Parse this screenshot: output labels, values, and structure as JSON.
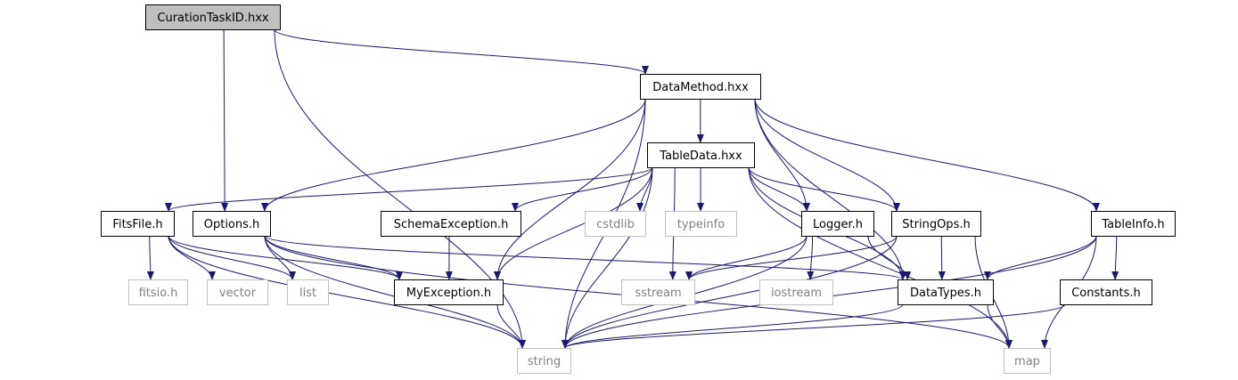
{
  "colors": {
    "edge": "#191970",
    "focus_fill": "#bfbfbf",
    "node_border": "#000000",
    "external_border": "#bfbfbf",
    "external_text": "#808080",
    "text": "#000000"
  },
  "nodes": [
    {
      "id": "curation",
      "label": "CurationTaskID.hxx",
      "kind": "focus"
    },
    {
      "id": "datamethod",
      "label": "DataMethod.hxx",
      "kind": "local"
    },
    {
      "id": "tabledata",
      "label": "TableData.hxx",
      "kind": "local"
    },
    {
      "id": "fitsfile",
      "label": "FitsFile.h",
      "kind": "local"
    },
    {
      "id": "options",
      "label": "Options.h",
      "kind": "local"
    },
    {
      "id": "schemaexc",
      "label": "SchemaException.h",
      "kind": "local"
    },
    {
      "id": "cstdlib",
      "label": "cstdlib",
      "kind": "external"
    },
    {
      "id": "typeinfo",
      "label": "typeinfo",
      "kind": "external"
    },
    {
      "id": "logger",
      "label": "Logger.h",
      "kind": "local"
    },
    {
      "id": "stringops",
      "label": "StringOps.h",
      "kind": "local"
    },
    {
      "id": "tableinfo",
      "label": "TableInfo.h",
      "kind": "local"
    },
    {
      "id": "fitsio",
      "label": "fitsio.h",
      "kind": "external"
    },
    {
      "id": "vector",
      "label": "vector",
      "kind": "external"
    },
    {
      "id": "list",
      "label": "list",
      "kind": "external"
    },
    {
      "id": "myexc",
      "label": "MyException.h",
      "kind": "local"
    },
    {
      "id": "sstream",
      "label": "sstream",
      "kind": "external"
    },
    {
      "id": "iostream",
      "label": "iostream",
      "kind": "external"
    },
    {
      "id": "datatypes",
      "label": "DataTypes.h",
      "kind": "local"
    },
    {
      "id": "constants",
      "label": "Constants.h",
      "kind": "local"
    },
    {
      "id": "string",
      "label": "string",
      "kind": "external"
    },
    {
      "id": "map",
      "label": "map",
      "kind": "external"
    }
  ],
  "edges": [
    {
      "from": "curation",
      "to": "string"
    },
    {
      "from": "curation",
      "to": "options"
    },
    {
      "from": "curation",
      "to": "datamethod"
    },
    {
      "from": "datamethod",
      "to": "string"
    },
    {
      "from": "datamethod",
      "to": "options"
    },
    {
      "from": "datamethod",
      "to": "myexc"
    },
    {
      "from": "datamethod",
      "to": "tabledata"
    },
    {
      "from": "datamethod",
      "to": "logger"
    },
    {
      "from": "datamethod",
      "to": "stringops"
    },
    {
      "from": "datamethod",
      "to": "datatypes"
    },
    {
      "from": "datamethod",
      "to": "tableinfo"
    },
    {
      "from": "tabledata",
      "to": "fitsfile"
    },
    {
      "from": "tabledata",
      "to": "myexc"
    },
    {
      "from": "tabledata",
      "to": "schemaexc"
    },
    {
      "from": "tabledata",
      "to": "cstdlib"
    },
    {
      "from": "tabledata",
      "to": "typeinfo"
    },
    {
      "from": "tabledata",
      "to": "logger"
    },
    {
      "from": "tabledata",
      "to": "stringops"
    },
    {
      "from": "tabledata",
      "to": "sstream"
    },
    {
      "from": "tabledata",
      "to": "string"
    },
    {
      "from": "tabledata",
      "to": "datatypes"
    },
    {
      "from": "tabledata",
      "to": "map"
    },
    {
      "from": "fitsfile",
      "to": "fitsio"
    },
    {
      "from": "fitsfile",
      "to": "vector"
    },
    {
      "from": "fitsfile",
      "to": "list"
    },
    {
      "from": "fitsfile",
      "to": "myexc"
    },
    {
      "from": "fitsfile",
      "to": "string"
    },
    {
      "from": "options",
      "to": "list"
    },
    {
      "from": "options",
      "to": "myexc"
    },
    {
      "from": "options",
      "to": "string"
    },
    {
      "from": "options",
      "to": "datatypes"
    },
    {
      "from": "options",
      "to": "map"
    },
    {
      "from": "schemaexc",
      "to": "myexc"
    },
    {
      "from": "logger",
      "to": "sstream"
    },
    {
      "from": "logger",
      "to": "iostream"
    },
    {
      "from": "logger",
      "to": "datatypes"
    },
    {
      "from": "logger",
      "to": "string"
    },
    {
      "from": "stringops",
      "to": "sstream"
    },
    {
      "from": "stringops",
      "to": "datatypes"
    },
    {
      "from": "stringops",
      "to": "string"
    },
    {
      "from": "stringops",
      "to": "map"
    },
    {
      "from": "tableinfo",
      "to": "datatypes"
    },
    {
      "from": "tableinfo",
      "to": "constants"
    },
    {
      "from": "tableinfo",
      "to": "string"
    },
    {
      "from": "tableinfo",
      "to": "map"
    },
    {
      "from": "myexc",
      "to": "string"
    },
    {
      "from": "datatypes",
      "to": "string"
    },
    {
      "from": "datatypes",
      "to": "map"
    },
    {
      "from": "constants",
      "to": "string"
    }
  ]
}
